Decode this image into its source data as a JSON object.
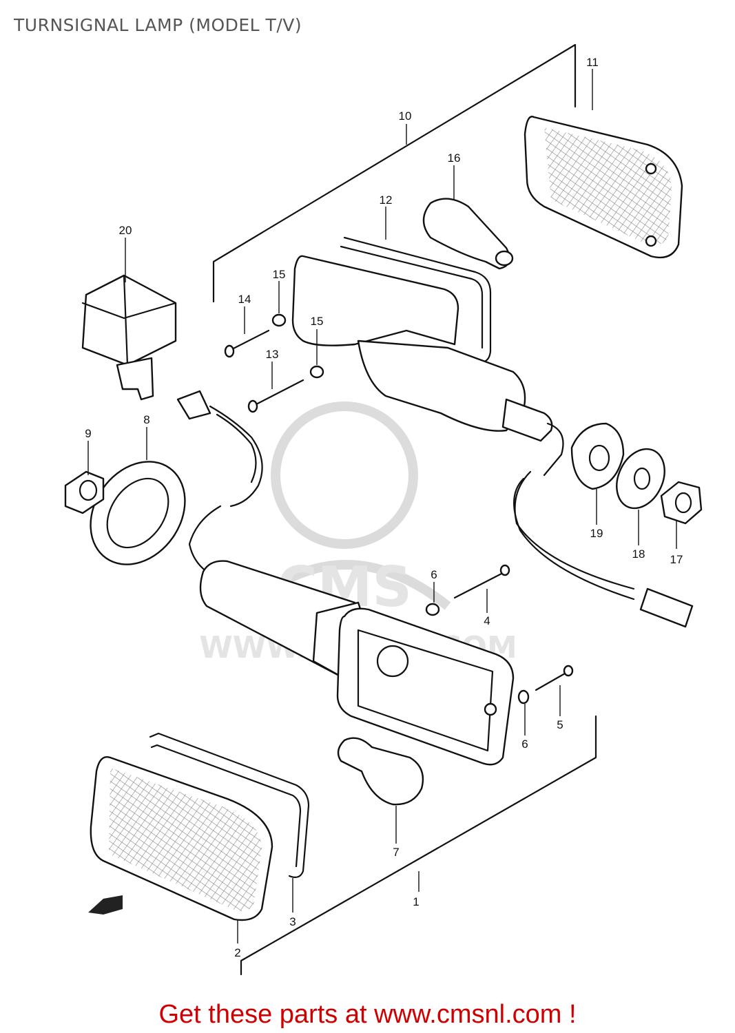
{
  "title": "TURNSIGNAL LAMP (MODEL T/V)",
  "watermark": {
    "logo_text": "CMS",
    "url_text": "WWW.CMSNL.COM"
  },
  "callouts": [
    {
      "id": "1",
      "label": "1"
    },
    {
      "id": "2",
      "label": "2"
    },
    {
      "id": "3",
      "label": "3"
    },
    {
      "id": "4",
      "label": "4"
    },
    {
      "id": "5",
      "label": "5"
    },
    {
      "id": "6a",
      "label": "6"
    },
    {
      "id": "6b",
      "label": "6"
    },
    {
      "id": "7",
      "label": "7"
    },
    {
      "id": "8",
      "label": "8"
    },
    {
      "id": "9",
      "label": "9"
    },
    {
      "id": "10",
      "label": "10"
    },
    {
      "id": "11",
      "label": "11"
    },
    {
      "id": "12",
      "label": "12"
    },
    {
      "id": "13",
      "label": "13"
    },
    {
      "id": "14",
      "label": "14"
    },
    {
      "id": "15a",
      "label": "15"
    },
    {
      "id": "15b",
      "label": "15"
    },
    {
      "id": "16",
      "label": "16"
    },
    {
      "id": "17",
      "label": "17"
    },
    {
      "id": "18",
      "label": "18"
    },
    {
      "id": "19",
      "label": "19"
    },
    {
      "id": "20",
      "label": "20"
    }
  ],
  "footer": {
    "cta_text": "Get these parts at www.cmsnl.com !",
    "cta_color": "#d00000"
  }
}
